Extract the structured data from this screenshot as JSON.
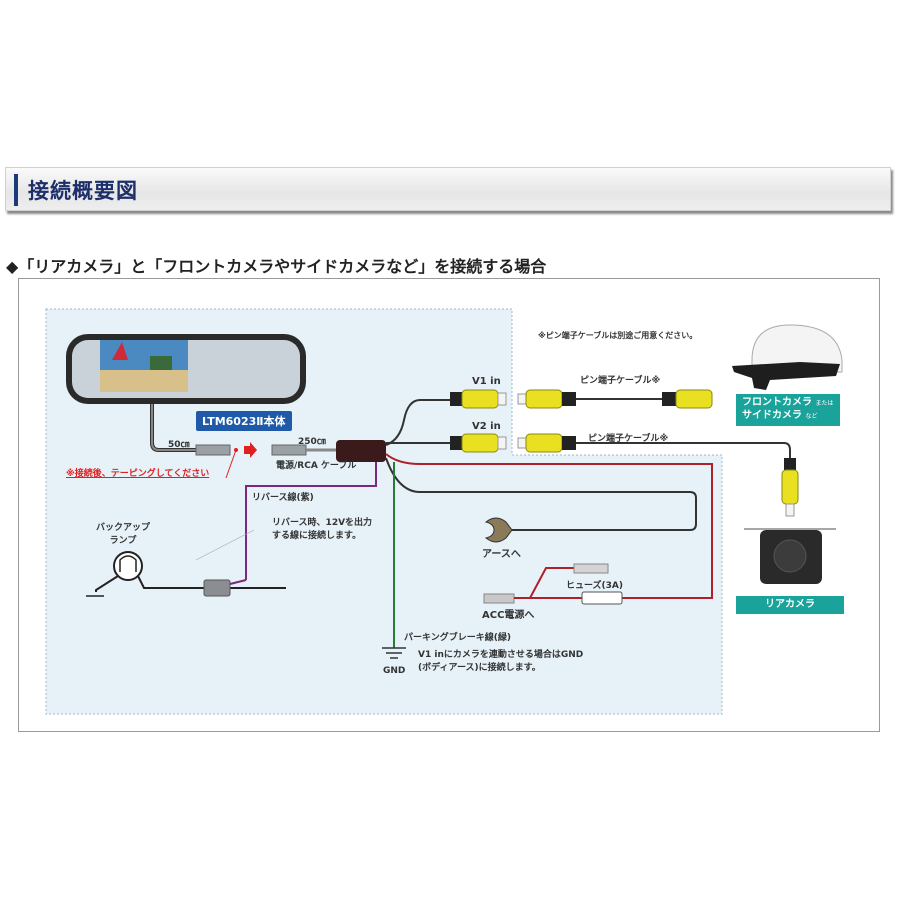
{
  "header": {
    "title": "接続概要図"
  },
  "subtitle": "◆「リアカメラ」と「フロントカメラやサイドカメラなど」を接続する場合",
  "diagram": {
    "mirror_model_label": "LTM6023Ⅱ本体",
    "cable_50cm": "50㎝",
    "cable_250cm": "250㎝",
    "taping_note": "※接続後、テーピングしてください",
    "power_rca_cable": "電源/RCA ケーブル",
    "reverse_wire": "リバース線(紫)",
    "backup_lamp": "バックアップ\nランプ",
    "backup_lamp_line1": "バックアップ",
    "backup_lamp_line2": "ランプ",
    "reverse_note_line1": "リバース時、12Vを出力",
    "reverse_note_line2": "する線に接続します。",
    "pin_cable_note": "※ピン端子ケーブルは別途ご用意ください。",
    "v1_in": "V1 in",
    "v2_in": "V2 in",
    "pin_cable_1": "ピン端子ケーブル※",
    "pin_cable_2": "ピン端子ケーブル※",
    "front_camera_line1": "フロントカメラ",
    "front_camera_or": "または",
    "front_camera_line2": "サイドカメラ",
    "front_camera_etc": "など",
    "rear_camera": "リアカメラ",
    "earth_to": "アースへ",
    "fuse": "ヒューズ(3A)",
    "acc_power_to": "ACC電源へ",
    "parking_brake_wire": "パーキングブレーキ線(緑)",
    "gnd_note_line1": "V1 inにカメラを連動させる場合はGND",
    "gnd_note_line2": "(ボディアース)に接続します。",
    "gnd": "GND"
  },
  "colors": {
    "title_accent": "#1b3a7a",
    "tag_blue": "#1f5aa8",
    "tag_teal": "#1aa39a",
    "wire_reverse": "#7a2a7a",
    "wire_acc": "#b0202a",
    "wire_parking": "#2a7a3a",
    "panel_bg": "#e6f1f8"
  }
}
